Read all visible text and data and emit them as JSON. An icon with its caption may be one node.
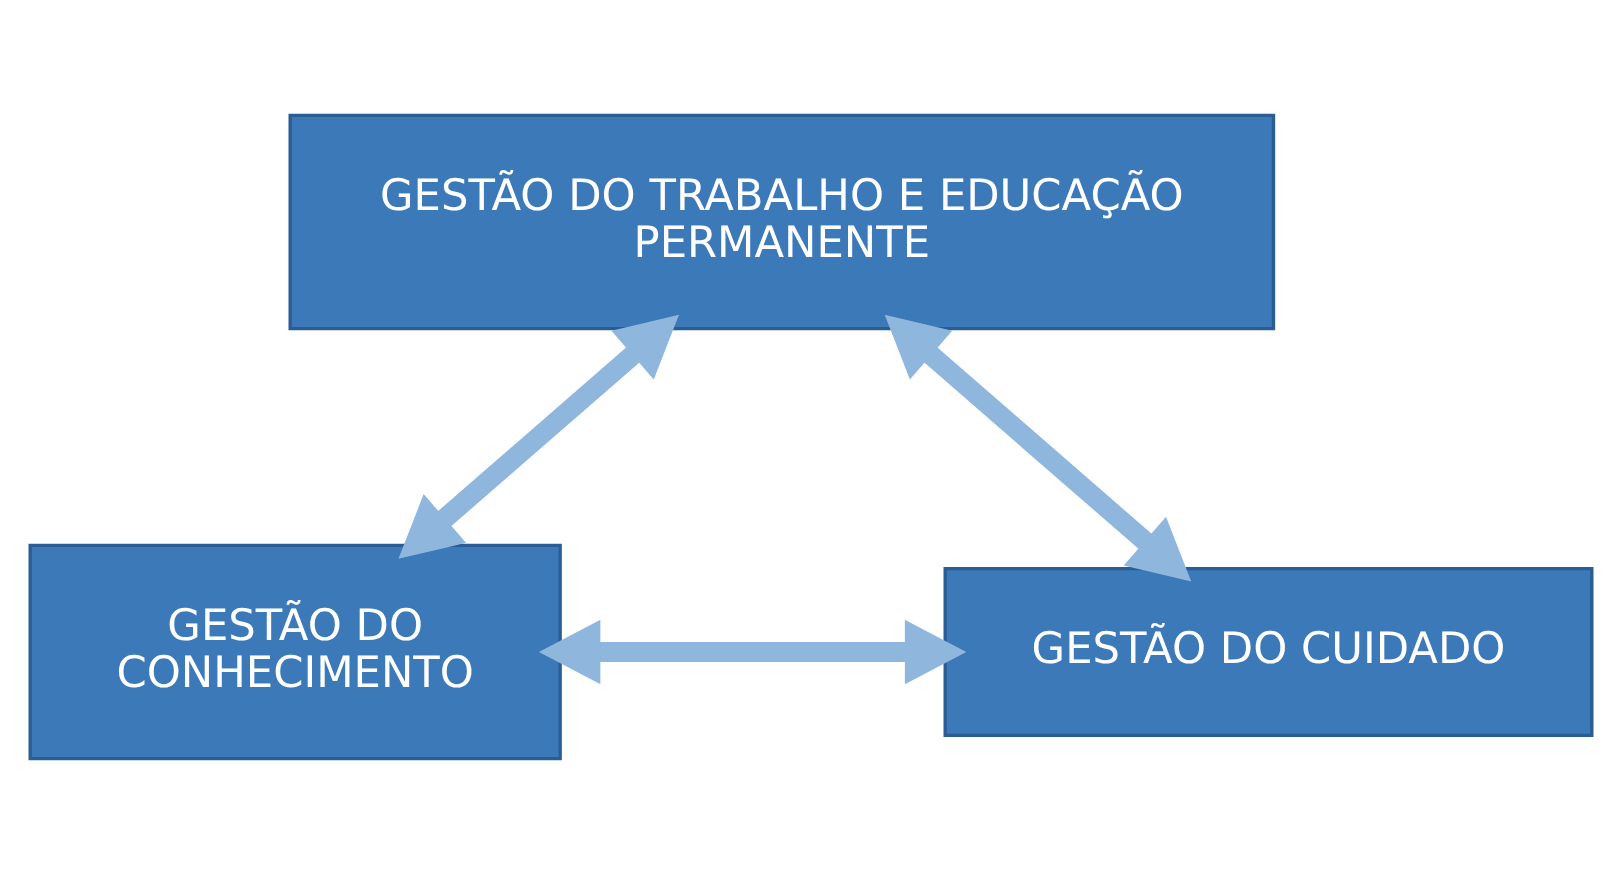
{
  "diagram": {
    "nodes": [
      {
        "text": [
          "GESTÃO DO TRABALHO E EDUCAÇÃO PERMANENTE"
        ]
      },
      {
        "text": [
          "GESTÃO DO CONHECIMENTO"
        ]
      },
      {
        "text": [
          "GESTÃO DO CUIDADO"
        ]
      }
    ],
    "edges": [
      {
        "from": 0,
        "to": 1,
        "arrow": "both"
      },
      {
        "from": 0,
        "to": 2,
        "arrow": "both"
      },
      {
        "from": 1,
        "to": 2,
        "arrow": "both"
      }
    ]
  }
}
